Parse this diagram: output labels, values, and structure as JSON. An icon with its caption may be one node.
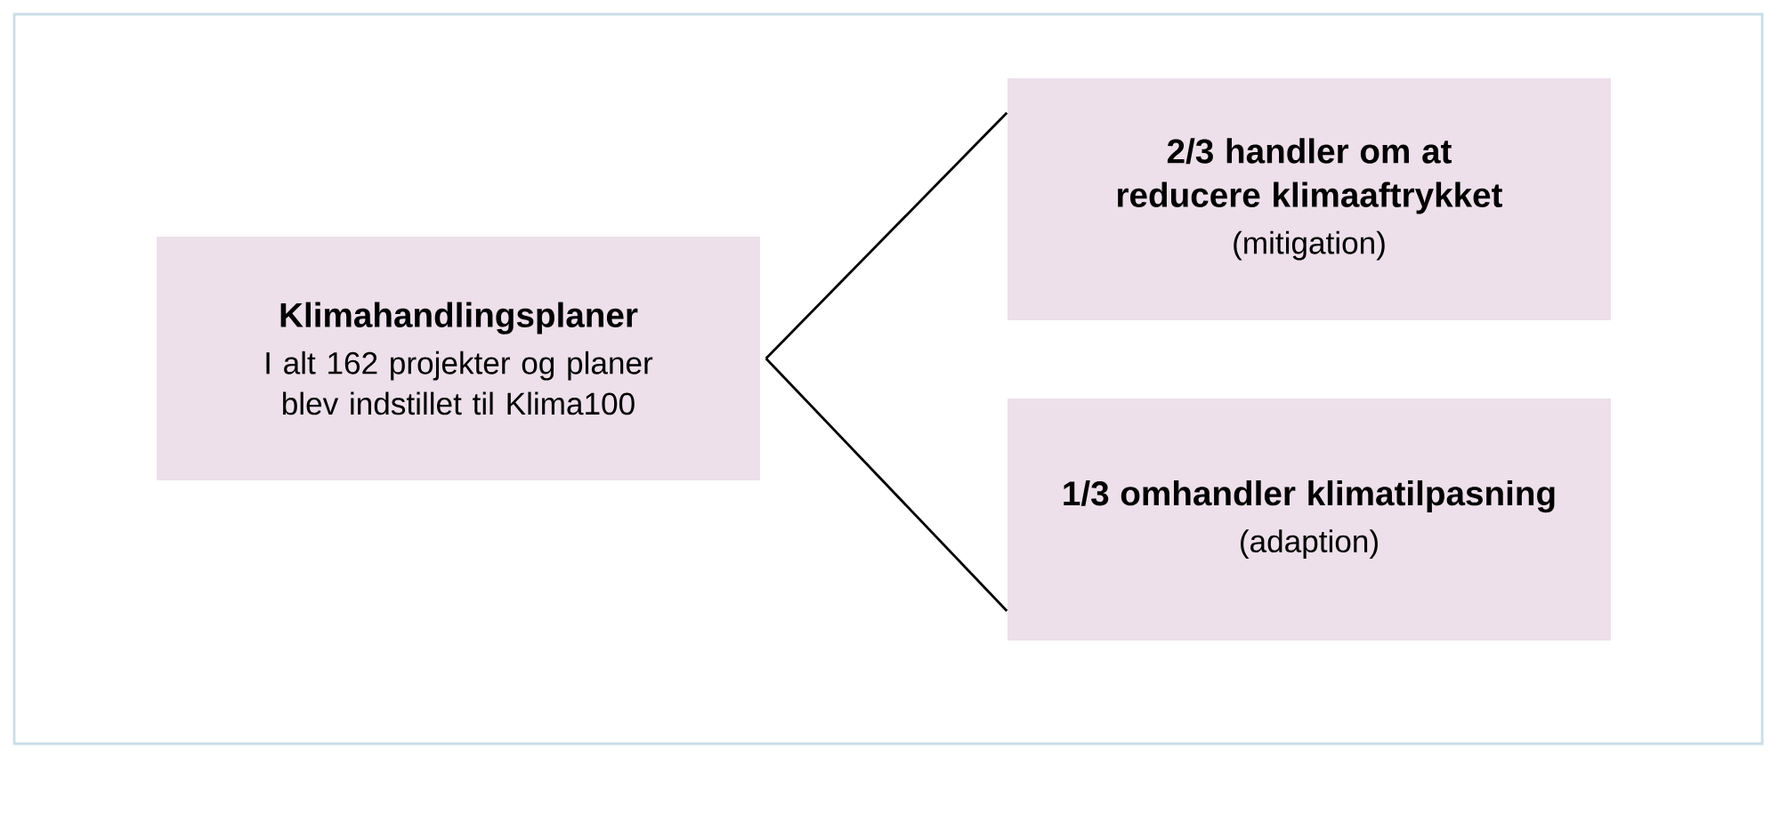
{
  "diagram": {
    "nodes": [
      {
        "text": [
          "Klimahandlingsplaner",
          "I alt 162 projekter og planer blev indstillet til Klima100"
        ]
      },
      {
        "text": [
          "2/3 handler om at reducere klimaaftrykket",
          "(mitigation)"
        ]
      },
      {
        "text": [
          "1/3 omhandler klimatilpasning",
          "(adaption)"
        ]
      }
    ],
    "edges": [
      {
        "from": 0,
        "to": 1,
        "arrow": "none"
      },
      {
        "from": 0,
        "to": 2,
        "arrow": "none"
      }
    ]
  }
}
